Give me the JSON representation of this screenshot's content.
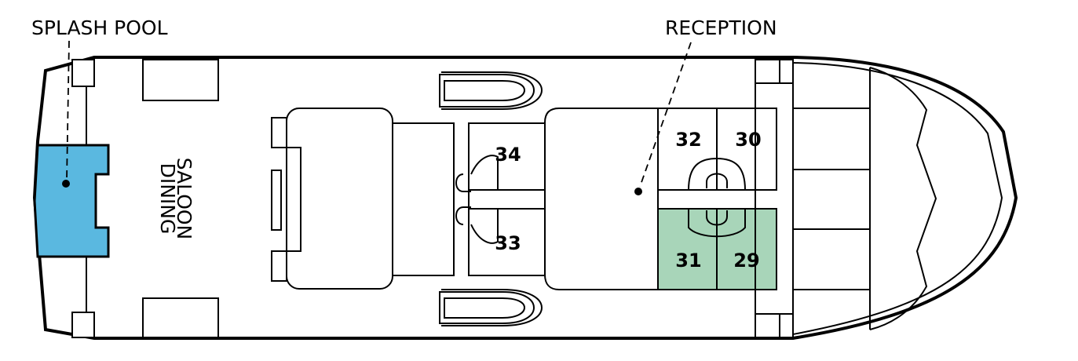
{
  "callouts": {
    "splash_pool": "SPLASH POOL",
    "reception": "RECEPTION"
  },
  "rooms": {
    "dining_line1": "DINING",
    "dining_line2": "SALOON"
  },
  "cabins": {
    "c34": "34",
    "c33": "33",
    "c32": "32",
    "c30": "30",
    "c31": "31",
    "c29": "29"
  },
  "colors": {
    "pool_fill": "#5ab8e0",
    "highlight_fill": "#a8d5b9",
    "outline": "#000000"
  }
}
